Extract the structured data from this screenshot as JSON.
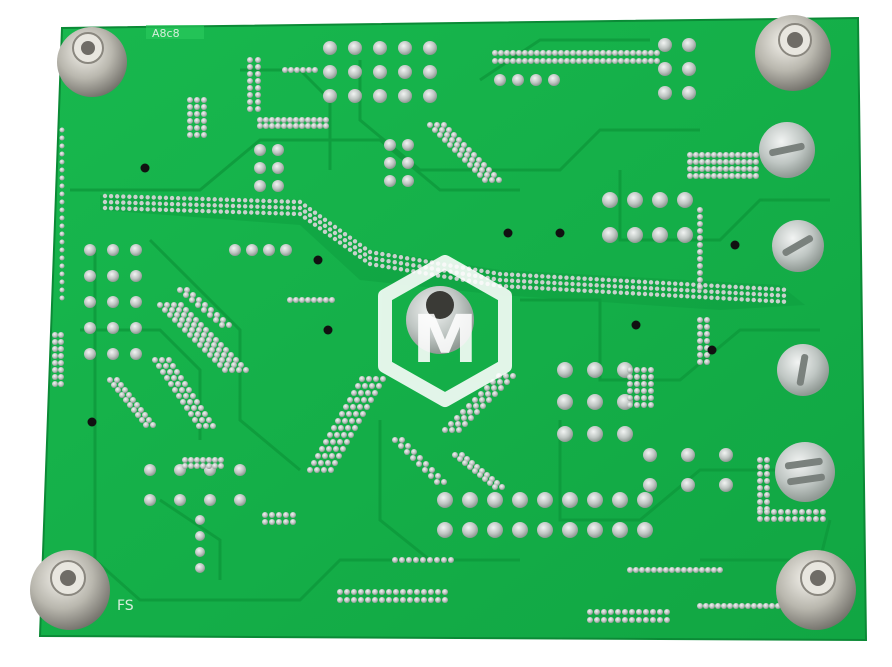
{
  "photo": {
    "subject": "pcb-solder-side",
    "board_color": "#14b04a",
    "pad_color": "#cfd6d2",
    "mask_color": "#0f9c3e"
  },
  "silkscreen": {
    "top_label": "A8c8",
    "corner_label": "FS"
  },
  "watermark": {
    "letter": "M",
    "color": "#ffffff"
  }
}
